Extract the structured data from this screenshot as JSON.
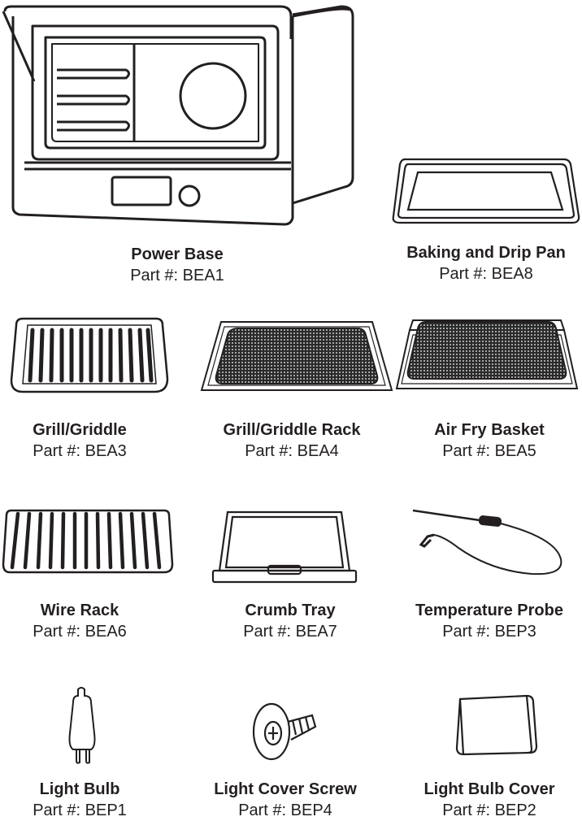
{
  "parts": [
    {
      "id": "power-base",
      "name": "Power Base",
      "part": "Part #: BEA1"
    },
    {
      "id": "baking-and-drip-pan",
      "name": "Baking and Drip Pan",
      "part": "Part #: BEA8"
    },
    {
      "id": "grill-griddle",
      "name": "Grill/Griddle",
      "part": "Part #: BEA3"
    },
    {
      "id": "grill-griddle-rack",
      "name": "Grill/Griddle Rack",
      "part": "Part #: BEA4"
    },
    {
      "id": "air-fry-basket",
      "name": "Air Fry Basket",
      "part": "Part #: BEA5"
    },
    {
      "id": "wire-rack",
      "name": "Wire Rack",
      "part": "Part #: BEA6"
    },
    {
      "id": "crumb-tray",
      "name": "Crumb Tray",
      "part": "Part #: BEA7"
    },
    {
      "id": "temperature-probe",
      "name": "Temperature Probe",
      "part": "Part #: BEP3"
    },
    {
      "id": "light-bulb",
      "name": "Light Bulb",
      "part": "Part #: BEP1"
    },
    {
      "id": "light-cover-screw",
      "name": "Light Cover Screw",
      "part": "Part #: BEP4"
    },
    {
      "id": "light-bulb-cover",
      "name": "Light Bulb Cover",
      "part": "Part #: BEP2"
    }
  ]
}
